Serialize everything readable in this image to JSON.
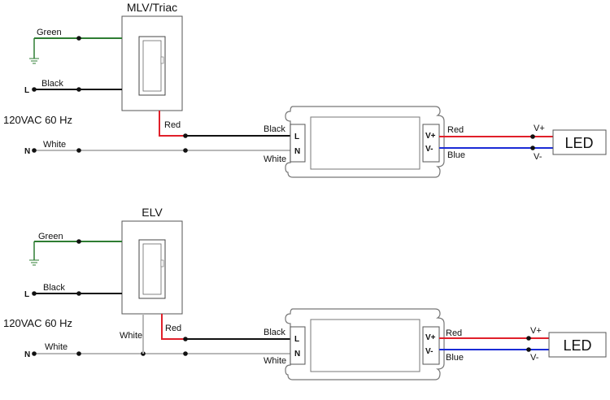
{
  "top": {
    "dimmer_title": "MLV/Triac",
    "source": "120VAC  60 Hz",
    "green": "Green",
    "black_in": "Black",
    "l_label": "L",
    "n_label": "N",
    "white_in": "White",
    "red_dimmer": "Red",
    "black_out": "Black",
    "white_out": "White",
    "drv_l": "L",
    "drv_n": "N",
    "drv_vp": "V+",
    "drv_vm": "V-",
    "red_out": "Red",
    "blue_out": "Blue",
    "led_vp": "V+",
    "led_vm": "V-",
    "led": "LED"
  },
  "bottom": {
    "dimmer_title": "ELV",
    "source": "120VAC  60 Hz",
    "green": "Green",
    "black_in": "Black",
    "l_label": "L",
    "n_label": "N",
    "white_in": "White",
    "white_dimmer": "White",
    "red_dimmer": "Red",
    "black_out": "Black",
    "white_out": "White",
    "drv_l": "L",
    "drv_n": "N",
    "drv_vp": "V+",
    "drv_vm": "V-",
    "red_out": "Red",
    "blue_out": "Blue",
    "led_vp": "V+",
    "led_vm": "V-",
    "led": "LED"
  },
  "colors": {
    "green_wire": "#2e7d32",
    "black_wire": "#111111",
    "red_wire": "#e0202a",
    "white_wire": "#b8b8b8",
    "blue_wire": "#1a2bd6"
  }
}
